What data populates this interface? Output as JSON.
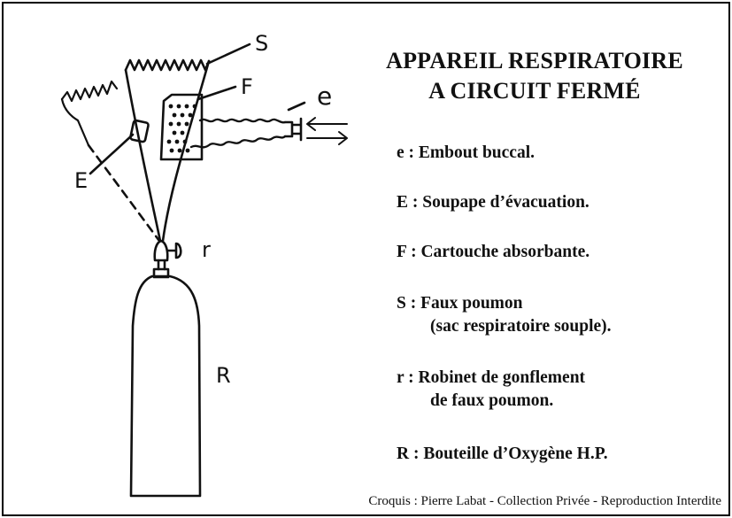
{
  "title": {
    "line1": "APPAREIL RESPIRATOIRE",
    "line2": "A CIRCUIT FERMÉ"
  },
  "legend": [
    {
      "key": "e  :",
      "desc": "Embout buccal."
    },
    {
      "key": "E :",
      "desc": "Soupape d’évacuation."
    },
    {
      "key": "F :",
      "desc": "Cartouche absorbante."
    },
    {
      "key": "S :",
      "desc": "Faux poumon",
      "desc2": "(sac respiratoire souple)."
    },
    {
      "key": "r  :",
      "desc": "Robinet de gonflement",
      "desc2": "de faux poumon."
    },
    {
      "key": "R :",
      "desc": "Bouteille d’Oxygène H.P."
    }
  ],
  "diagram_labels": {
    "S": "S",
    "F": "F",
    "e": "e",
    "E": "E",
    "r": "r",
    "R": "R"
  },
  "credit": "Croquis : Pierre Labat - Collection Privée - Reproduction Interdite"
}
